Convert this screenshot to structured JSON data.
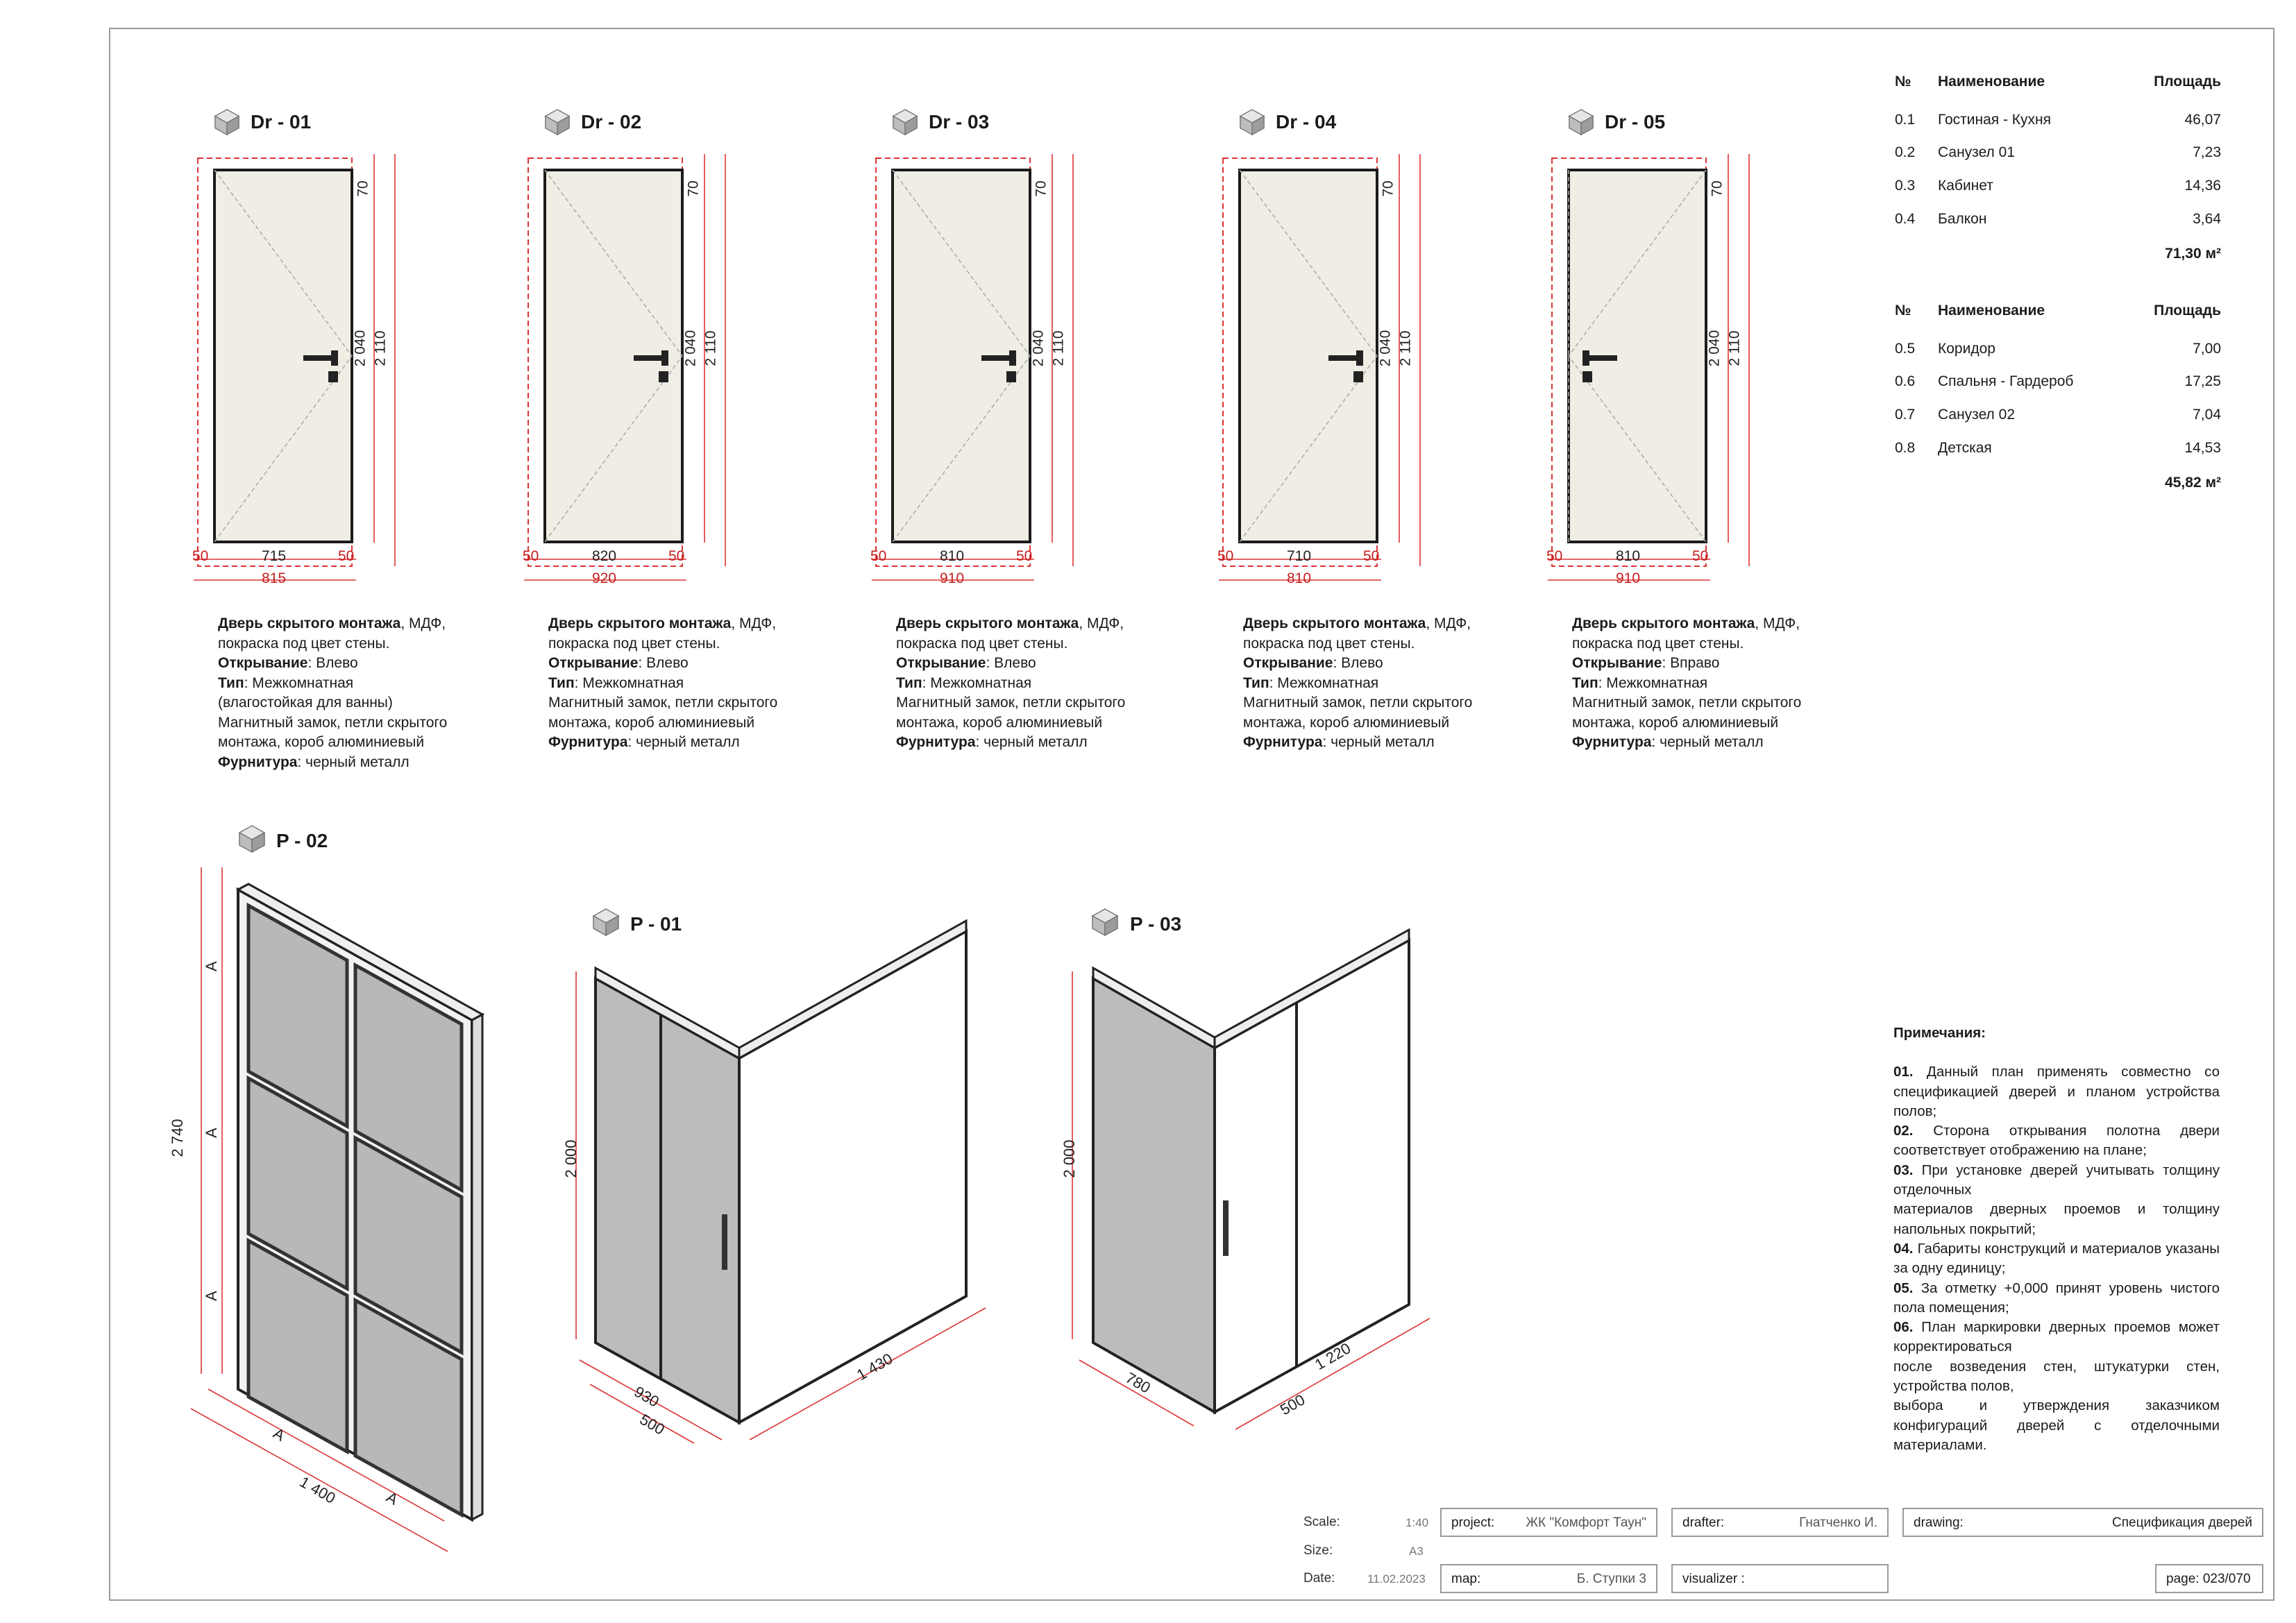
{
  "doors": [
    {
      "tag": "Dr - 01",
      "leaf": "715",
      "total": "815",
      "side_l": "50",
      "side_r": "50",
      "h_leaf": "2 040",
      "h_total": "2 110",
      "top": "70",
      "desc": [
        {
          "b": "Дверь скрытого монтажа",
          "t": ", МДФ,"
        },
        {
          "b": "",
          "t": "покраска под цвет стены."
        },
        {
          "b": "Открывание",
          "t": ": Влево"
        },
        {
          "b": "Тип",
          "t": ": Межкомнатная"
        },
        {
          "b": "",
          "t": "(влагостойкая для ванны)"
        },
        {
          "b": "",
          "t": "Магнитный замок, петли скрытого"
        },
        {
          "b": "",
          "t": "монтажа, короб алюминиевый"
        },
        {
          "b": "Фурнитура",
          "t": ": черный металл"
        }
      ]
    },
    {
      "tag": "Dr - 02",
      "leaf": "820",
      "total": "920",
      "side_l": "50",
      "side_r": "50",
      "h_leaf": "2 040",
      "h_total": "2 110",
      "top": "70",
      "desc": [
        {
          "b": "Дверь скрытого монтажа",
          "t": ", МДФ,"
        },
        {
          "b": "",
          "t": "покраска под цвет стены."
        },
        {
          "b": "Открывание",
          "t": ": Влево"
        },
        {
          "b": "Тип",
          "t": ": Межкомнатная"
        },
        {
          "b": "",
          "t": "Магнитный замок, петли скрытого"
        },
        {
          "b": "",
          "t": "монтажа, короб алюминиевый"
        },
        {
          "b": "Фурнитура",
          "t": ": черный металл"
        }
      ]
    },
    {
      "tag": "Dr - 03",
      "leaf": "810",
      "total": "910",
      "side_l": "50",
      "side_r": "50",
      "h_leaf": "2 040",
      "h_total": "2 110",
      "top": "70",
      "desc": [
        {
          "b": "Дверь скрытого монтажа",
          "t": ", МДФ,"
        },
        {
          "b": "",
          "t": "покраска под цвет стены."
        },
        {
          "b": "Открывание",
          "t": ": Влево"
        },
        {
          "b": "Тип",
          "t": ": Межкомнатная"
        },
        {
          "b": "",
          "t": "Магнитный замок, петли скрытого"
        },
        {
          "b": "",
          "t": "монтажа, короб алюминиевый"
        },
        {
          "b": "Фурнитура",
          "t": ": черный металл"
        }
      ]
    },
    {
      "tag": "Dr - 04",
      "leaf": "710",
      "total": "810",
      "side_l": "50",
      "side_r": "50",
      "h_leaf": "2 040",
      "h_total": "2 110",
      "top": "70",
      "desc": [
        {
          "b": "Дверь скрытого монтажа",
          "t": ", МДФ,"
        },
        {
          "b": "",
          "t": "покраска под цвет стены."
        },
        {
          "b": "Открывание",
          "t": ": Влево"
        },
        {
          "b": "Тип",
          "t": ": Межкомнатная"
        },
        {
          "b": "",
          "t": "Магнитный замок, петли скрытого"
        },
        {
          "b": "",
          "t": "монтажа, короб алюминиевый"
        },
        {
          "b": "Фурнитура",
          "t": ": черный металл"
        }
      ]
    },
    {
      "tag": "Dr - 05",
      "leaf": "810",
      "total": "910",
      "side_l": "50",
      "side_r": "50",
      "h_leaf": "2 040",
      "h_total": "2 110",
      "top": "70",
      "desc": [
        {
          "b": "Дверь скрытого монтажа",
          "t": ", МДФ,"
        },
        {
          "b": "",
          "t": "покраска под цвет стены."
        },
        {
          "b": "Открывание",
          "t": ": Вправо"
        },
        {
          "b": "Тип",
          "t": ": Межкомнатная"
        },
        {
          "b": "",
          "t": "Магнитный замок, петли скрытого"
        },
        {
          "b": "",
          "t": "монтажа, короб алюминиевый"
        },
        {
          "b": "Фурнитура",
          "t": ": черный металл"
        }
      ]
    }
  ],
  "partitions": {
    "p02": {
      "tag": "P - 02",
      "height": "2 740",
      "width": "1 400",
      "a": "A"
    },
    "p01": {
      "tag": "P - 01",
      "height": "2 000",
      "d1": "930",
      "d2": "500",
      "w": "1 430"
    },
    "p03": {
      "tag": "P - 03",
      "height": "2 000",
      "d1": "780",
      "d2": "500",
      "w": "1 220"
    }
  },
  "tables": [
    {
      "head": {
        "no": "№",
        "name": "Наименование",
        "area": "Площадь"
      },
      "rows": [
        {
          "no": "0.1",
          "name": "Гостиная - Кухня",
          "area": "46,07"
        },
        {
          "no": "0.2",
          "name": "Санузел 01",
          "area": "7,23"
        },
        {
          "no": "0.3",
          "name": "Кабинет",
          "area": "14,36"
        },
        {
          "no": "0.4",
          "name": "Балкон",
          "area": "3,64"
        }
      ],
      "total": "71,30 м²"
    },
    {
      "head": {
        "no": "№",
        "name": "Наименование",
        "area": "Площадь"
      },
      "rows": [
        {
          "no": "0.5",
          "name": "Коридор",
          "area": "7,00"
        },
        {
          "no": "0.6",
          "name": "Спальня - Гардероб",
          "area": "17,25"
        },
        {
          "no": "0.7",
          "name": "Санузел 02",
          "area": "7,04"
        },
        {
          "no": "0.8",
          "name": "Детская",
          "area": "14,53"
        }
      ],
      "total": "45,82 м²"
    }
  ],
  "notes": {
    "title": "Примечания:",
    "items": [
      {
        "n": "01.",
        "t": " Данный план применять совместно со спецификацией дверей и планом устройства полов;"
      },
      {
        "n": "02.",
        "t": " Сторона открывания полотна двери соответствует отображению на плане;"
      },
      {
        "n": "03.",
        "t": " При установке дверей учитывать толщину отделочных"
      },
      {
        "n": "",
        "t": "материалов дверных проемов и толщину напольных покрытий;"
      },
      {
        "n": "04.",
        "t": " Габариты конструкций и материалов указаны за одну единицу;"
      },
      {
        "n": "05.",
        "t": " За отметку +0,000 принят уровень чистого пола помещения;"
      },
      {
        "n": "06.",
        "t": " План маркировки дверных проемов может корректироваться"
      },
      {
        "n": "",
        "t": "после возведения стен, штукатурки стен, устройства полов,"
      },
      {
        "n": "",
        "t": "выбора и утверждения заказчиком конфигураций дверей с отделочными материалами."
      }
    ]
  },
  "title_block": {
    "scale_label": "Scale:",
    "scale": "1:40",
    "size_label": "Size:",
    "size": "A3",
    "date_label": "Date:",
    "date": "11.02.2023",
    "project_label": "project:",
    "project": "ЖК \"Комфорт Таун\"",
    "drafter_label": "drafter:",
    "drafter": "Гнатченко И.",
    "drawing_label": "drawing:",
    "drawing": "Спецификация дверей",
    "map_label": "map:",
    "map": "Б. Ступки 3",
    "visualizer_label": "visualizer :",
    "visualizer": "",
    "page": "page: 023/070"
  }
}
